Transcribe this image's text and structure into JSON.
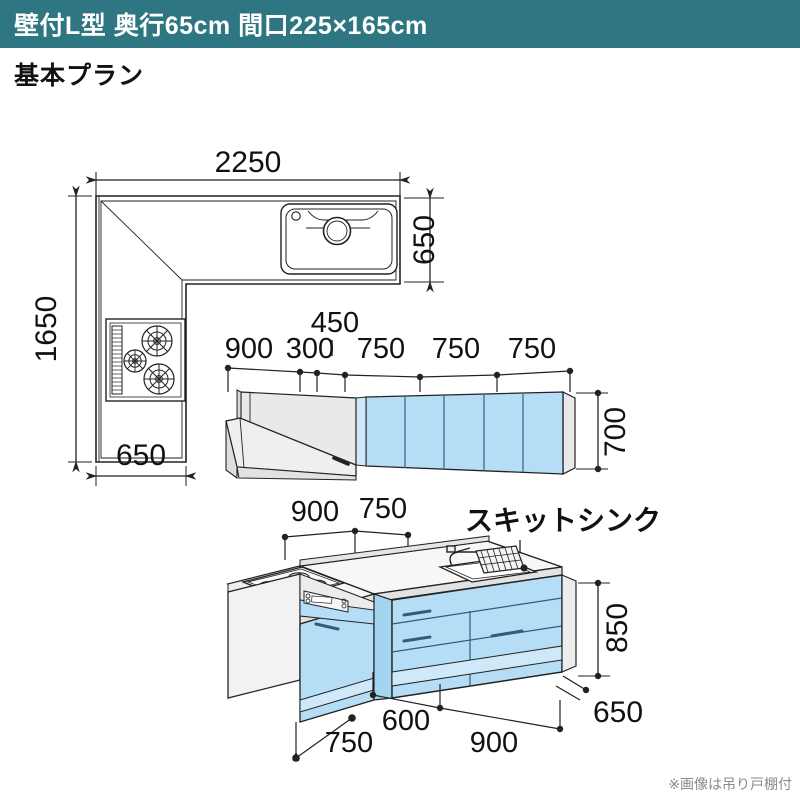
{
  "header": {
    "title": "壁付L型 奥行65cm 間口225×165cm",
    "bg_color": "#2e7682",
    "text_color": "#ffffff"
  },
  "subtitle": "基本プラン",
  "footnote": "※画像は吊り戸棚付",
  "colors": {
    "cabinet_blue": "#b5ddf5",
    "cabinet_blue_shade": "#a3d4f0",
    "counter_gray": "#ececec",
    "hood_gray": "#e4e4e4",
    "line": "#222222"
  },
  "plan_view": {
    "name": "floor-plan",
    "dimensions": {
      "top_width": "2250",
      "right_depth": "650",
      "left_height": "1650",
      "bottom_width": "650"
    },
    "features": {
      "sink": "sink-plan",
      "cooktop": "cooktop-plan"
    }
  },
  "wall_cabinet": {
    "name": "wall-cabinet-elevation",
    "label_top": [
      "900",
      "300",
      "450",
      "750",
      "750",
      "750"
    ],
    "height": "700",
    "panel_count": 6
  },
  "base_cabinet": {
    "name": "base-cabinet-elevation",
    "top_labels": [
      "900",
      "750"
    ],
    "sink_callout": "スキットシンク",
    "height": "850",
    "depth": "650",
    "bottom_labels": [
      "750",
      "600",
      "900",
      "650"
    ]
  }
}
